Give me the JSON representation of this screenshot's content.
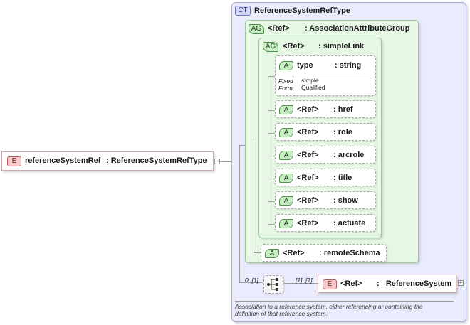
{
  "root_element": {
    "badge": "E",
    "name": "referenceSystemRef",
    "type": ": ReferenceSystemRefType"
  },
  "complex_type": {
    "badge": "CT",
    "name": "ReferenceSystemRefType"
  },
  "association_group": {
    "badge": "AG",
    "ref": "<Ref>",
    "name": ": AssociationAttributeGroup"
  },
  "simple_link": {
    "badge": "AG",
    "ref": "<Ref>",
    "name": ": simpleLink"
  },
  "type_attr": {
    "badge": "A",
    "name": "type",
    "type": ": string",
    "fixed_label": "Fixed",
    "fixed_value": "simple",
    "form_label": "Form",
    "form_value": "Qualified"
  },
  "attributes": [
    {
      "badge": "A",
      "ref": "<Ref>",
      "name": ": href"
    },
    {
      "badge": "A",
      "ref": "<Ref>",
      "name": ": role"
    },
    {
      "badge": "A",
      "ref": "<Ref>",
      "name": ": arcrole"
    },
    {
      "badge": "A",
      "ref": "<Ref>",
      "name": ": title"
    },
    {
      "badge": "A",
      "ref": "<Ref>",
      "name": ": show"
    },
    {
      "badge": "A",
      "ref": "<Ref>",
      "name": ": actuate"
    }
  ],
  "remote_schema": {
    "badge": "A",
    "ref": "<Ref>",
    "name": ": remoteSchema"
  },
  "sequence": {
    "outer_multiplicity": "0..[1]",
    "inner_multiplicity": "[1]..[1]",
    "child": {
      "badge": "E",
      "ref": "<Ref>",
      "name": ": _ReferenceSystem"
    }
  },
  "documentation": "Association to a reference system, either referencing or containing the definition of that reference system."
}
